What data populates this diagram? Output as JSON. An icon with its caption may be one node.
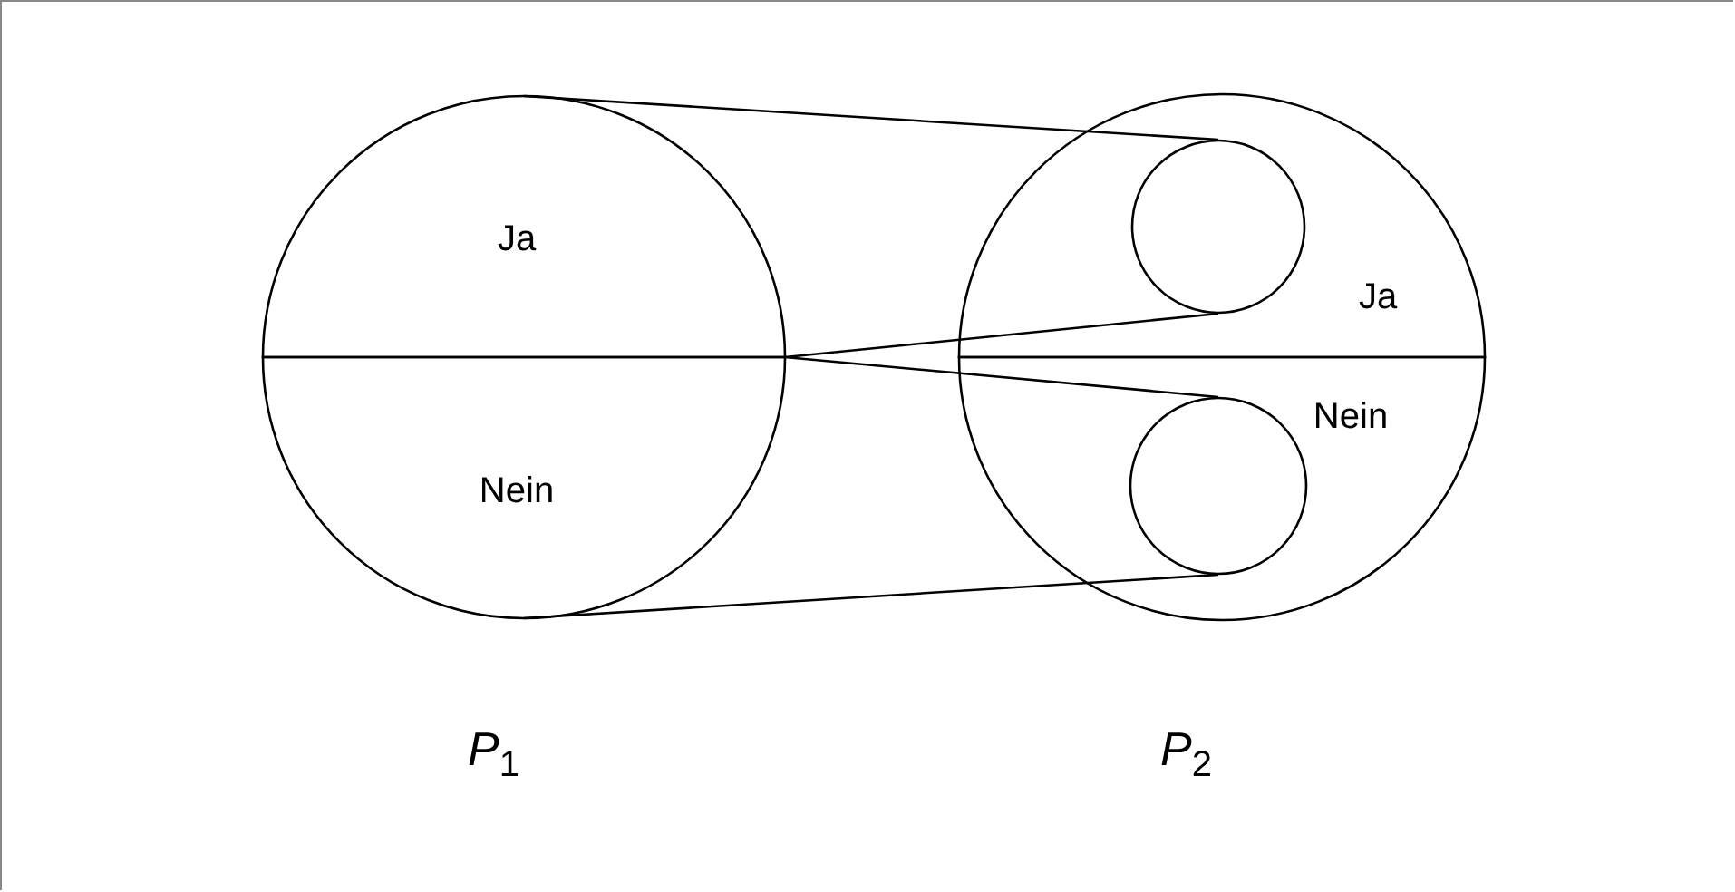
{
  "diagram": {
    "nodes": [
      {
        "text": [
          "Ja"
        ]
      },
      {
        "text": [
          "Nein"
        ]
      },
      {
        "text": [
          "Ja"
        ]
      },
      {
        "text": [
          "Nein"
        ]
      },
      {
        "text": [],
        "shape": "circle",
        "in": 2
      },
      {
        "text": [],
        "shape": "circle",
        "in": 3
      }
    ],
    "edges": [
      {
        "from": 0,
        "to": 4,
        "arrow": "none"
      },
      {
        "from": 0,
        "to": 4,
        "arrow": "none"
      },
      {
        "from": 1,
        "to": 5,
        "arrow": "none"
      },
      {
        "from": 1,
        "to": 5,
        "arrow": "none"
      }
    ],
    "labels": [
      "*P*$_{1}$",
      "*P*$_{2}$"
    ]
  }
}
